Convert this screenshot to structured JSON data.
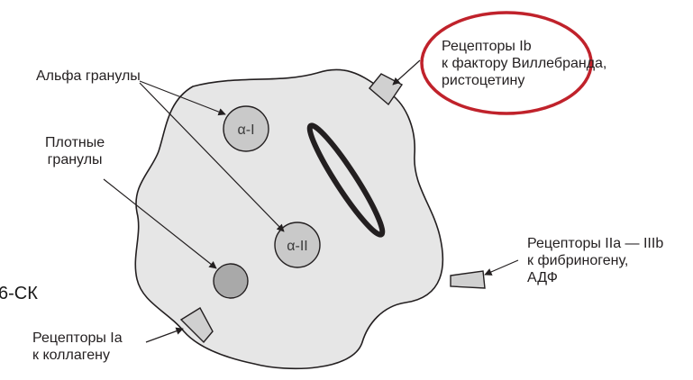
{
  "labels": {
    "alpha_granules": "Альфа гранулы",
    "dense_granules": [
      "Плотные",
      "гранулы"
    ],
    "receptor_ib": [
      "Рецепторы Ib",
      "к фактору Виллебранда,",
      "ристоцетину"
    ],
    "receptor_iia": [
      "Рецепторы IIa — IIIb",
      "к фибриногену,",
      "АДФ"
    ],
    "receptor_ia": [
      "Рецепторы Ia",
      "к коллагену"
    ],
    "alpha_i": "α-I",
    "alpha_ii": "α-II",
    "side_text": "6-СК"
  },
  "colors": {
    "cell_fill": "#e6e6e6",
    "granule_fill": "#c9c9c9",
    "dense_fill": "#a9a9a9",
    "receptor_fill": "#d0d0d0",
    "outline": "#231f20",
    "highlight": "#c0222b"
  }
}
